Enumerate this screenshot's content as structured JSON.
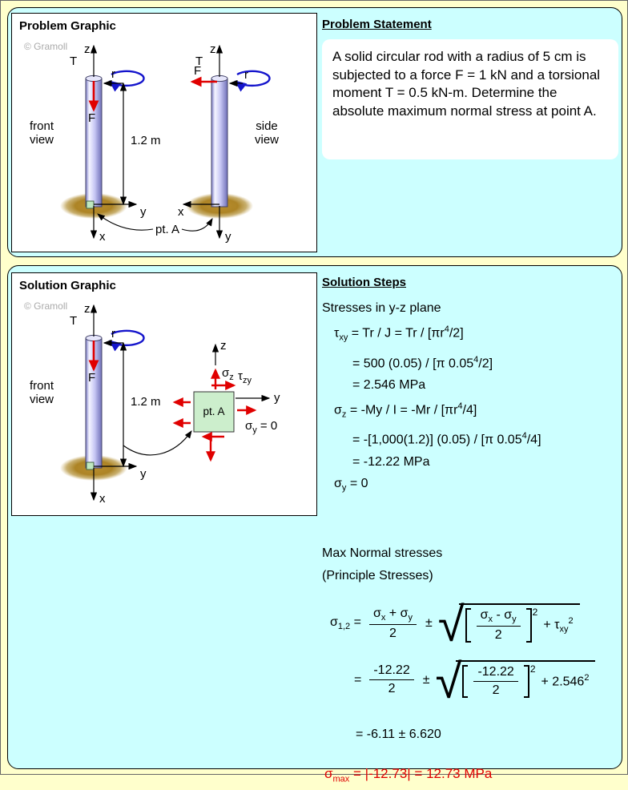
{
  "colors": {
    "page_bg": "#FFFFCC",
    "panel_bg": "#CCFFFF",
    "result_red": "#E00000",
    "force_red": "#E00000",
    "torque_blue": "#1515CC",
    "rod_fill": "#CCCCFF",
    "ground_tan": "#AD8426",
    "element_green": "#CCEECC"
  },
  "labels": {
    "watermark": "© Gramoll",
    "z": "z",
    "t": "T",
    "f": "F",
    "r": "r",
    "x": "x",
    "y": "y",
    "length": "1.2 m",
    "front1": "front",
    "front2": "view",
    "side1": "side",
    "side2": "view",
    "pt_a": "pt. A",
    "sigma": "σ",
    "tau": "τ",
    "sub_z": "z",
    "sub_zy": "zy",
    "sub_y": "y",
    "eq_zero": " = 0",
    "radical": "√"
  },
  "problem": {
    "graphic_title": "Problem Graphic",
    "statement_title": "Problem Statement",
    "statement_text": "A solid circular rod with a radius of 5 cm is subjected to a force F = 1 kN and a torsional moment T = 0.5 kN-m. Determine the absolute maximum normal stress at point A."
  },
  "solution": {
    "graphic_title": "Solution Graphic",
    "steps_title": "Solution Steps",
    "lines": [
      "Stresses in y-z plane",
      "τ_{xy} = Tr / J = Tr / [πr^{4}/2]",
      "= 500 (0.05) / [π 0.05^{4}/2]",
      "= 2.546 MPa",
      "σ_{z} = -My / I = -Mr / [πr^{4}/4]",
      "= -[1,000(1.2)] (0.05) / [π 0.05^{4}/4]",
      "= -12.22 MPa",
      "σ_{y} = 0"
    ],
    "max_title": "Max Normal stresses",
    "max_subtitle": "(Principle Stresses)",
    "formula1": {
      "lhs": "σ_{1,2} =",
      "num": "σ_{x} + σ_{y}",
      "den": "2",
      "pm": "±",
      "bnum": "σ_{x} - σ_{y}",
      "bden": "2",
      "bsup": "2",
      "tail": "+ τ_{xy}^{2}"
    },
    "formula2": {
      "lhs": "=",
      "num": "-12.22",
      "den": "2",
      "pm": "±",
      "bnum": "-12.22",
      "bden": "2",
      "bsup": "2",
      "tail": "+ 2.546^{2}"
    },
    "result": "= -6.11 ± 6.620",
    "final": "σ_{max} = |-12.73| = 12.73 MPa"
  }
}
